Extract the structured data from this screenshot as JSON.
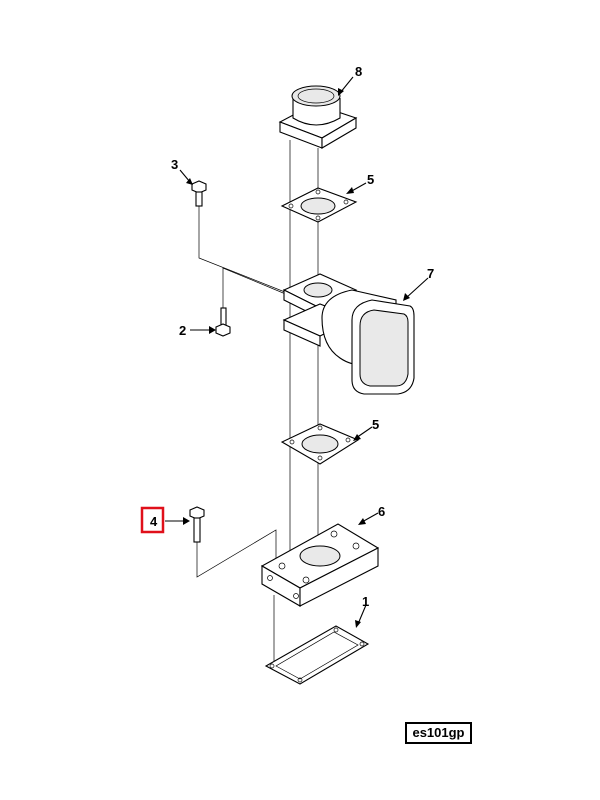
{
  "diagram": {
    "callouts": {
      "c1": "1",
      "c2": "2",
      "c3": "3",
      "c4": "4",
      "c5a": "5",
      "c5b": "5",
      "c6": "6",
      "c7": "7",
      "c8": "8"
    },
    "highlighted_callout": "4",
    "highlight_color": "#e0101a",
    "figure_code": "es101gp"
  }
}
